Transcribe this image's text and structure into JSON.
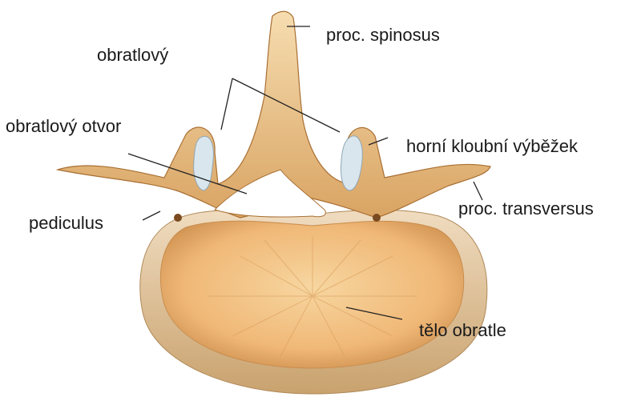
{
  "labels": {
    "spinosus": "proc. spinosus",
    "obratlovy": "obratlový",
    "otvor": "obratlový otvor",
    "horni": "horní kloubní výběžek",
    "pediculus": "pediculus",
    "transversus": "proc. transversus",
    "telo": "tělo obratle"
  },
  "colors": {
    "bone_light": "#f3d9a8",
    "bone_mid": "#e8b674",
    "bone_dark": "#b97a3a",
    "cartilage": "#d9e6ee",
    "leader": "#222222"
  }
}
